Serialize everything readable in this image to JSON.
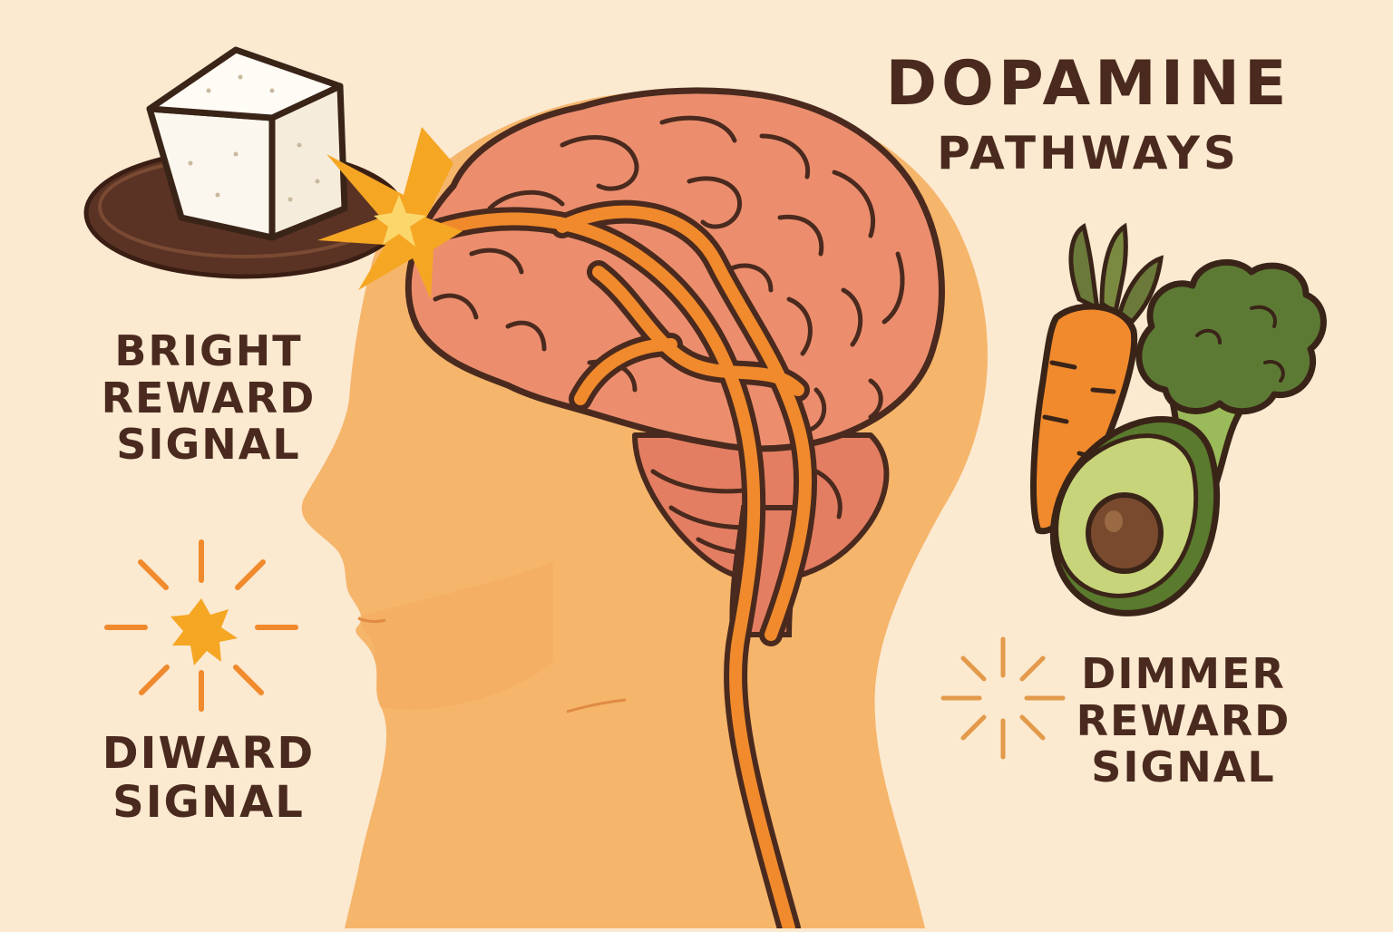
{
  "title": {
    "line1": "DOPAMINE",
    "line2": "PATHWAYS"
  },
  "labels": {
    "bright": [
      "BRIGHT",
      "REWARD",
      "SIGNAL"
    ],
    "diward": [
      "DIWARD",
      "SIGNAL"
    ],
    "dimmer": [
      "DIMMER",
      "REWARD",
      "SIGNAL"
    ]
  },
  "colors": {
    "background": "#fbe9d0",
    "head": "#f5b56b",
    "brain": "#ec8e6e",
    "pathway": "#f08a2c",
    "outline": "#4a2a1e",
    "spark": "#f5a623"
  },
  "icons": [
    "sugar-cube-icon",
    "burst-icon",
    "spark-icon",
    "dim-spark-icon",
    "carrot-icon",
    "broccoli-icon",
    "avocado-icon"
  ]
}
